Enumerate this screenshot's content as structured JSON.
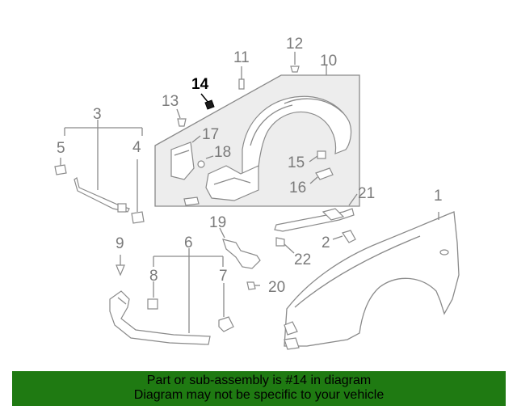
{
  "diagram": {
    "callouts": [
      {
        "id": "c1",
        "text": "1"
      },
      {
        "id": "c2",
        "text": "2"
      },
      {
        "id": "c3",
        "text": "3"
      },
      {
        "id": "c4",
        "text": "4"
      },
      {
        "id": "c5",
        "text": "5"
      },
      {
        "id": "c6",
        "text": "6"
      },
      {
        "id": "c7",
        "text": "7"
      },
      {
        "id": "c8",
        "text": "8"
      },
      {
        "id": "c9",
        "text": "9"
      },
      {
        "id": "c10",
        "text": "10"
      },
      {
        "id": "c11",
        "text": "11"
      },
      {
        "id": "c12",
        "text": "12"
      },
      {
        "id": "c13",
        "text": "13"
      },
      {
        "id": "c14",
        "text": "14"
      },
      {
        "id": "c15",
        "text": "15"
      },
      {
        "id": "c16",
        "text": "16"
      },
      {
        "id": "c17",
        "text": "17"
      },
      {
        "id": "c18",
        "text": "18"
      },
      {
        "id": "c19",
        "text": "19"
      },
      {
        "id": "c20",
        "text": "20"
      },
      {
        "id": "c21",
        "text": "21"
      },
      {
        "id": "c22",
        "text": "22"
      }
    ],
    "highlighted_part": "14"
  },
  "banner": {
    "line1": "Part or sub-assembly is #14 in diagram",
    "line2": "Diagram may not be specific to your vehicle",
    "color": "#1f7a12"
  }
}
